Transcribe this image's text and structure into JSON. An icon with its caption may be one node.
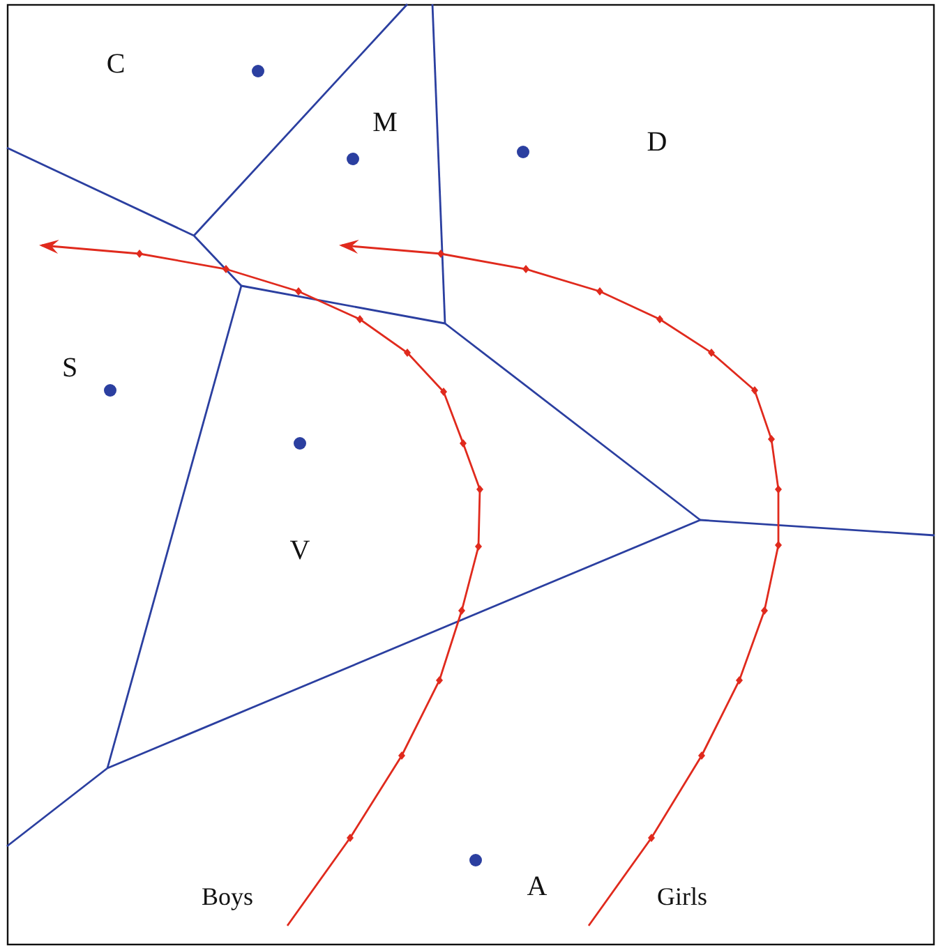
{
  "diagram": {
    "labels": [
      "C",
      "M",
      "D",
      "S",
      "V",
      "A",
      "Boys",
      "Girls"
    ]
  }
}
